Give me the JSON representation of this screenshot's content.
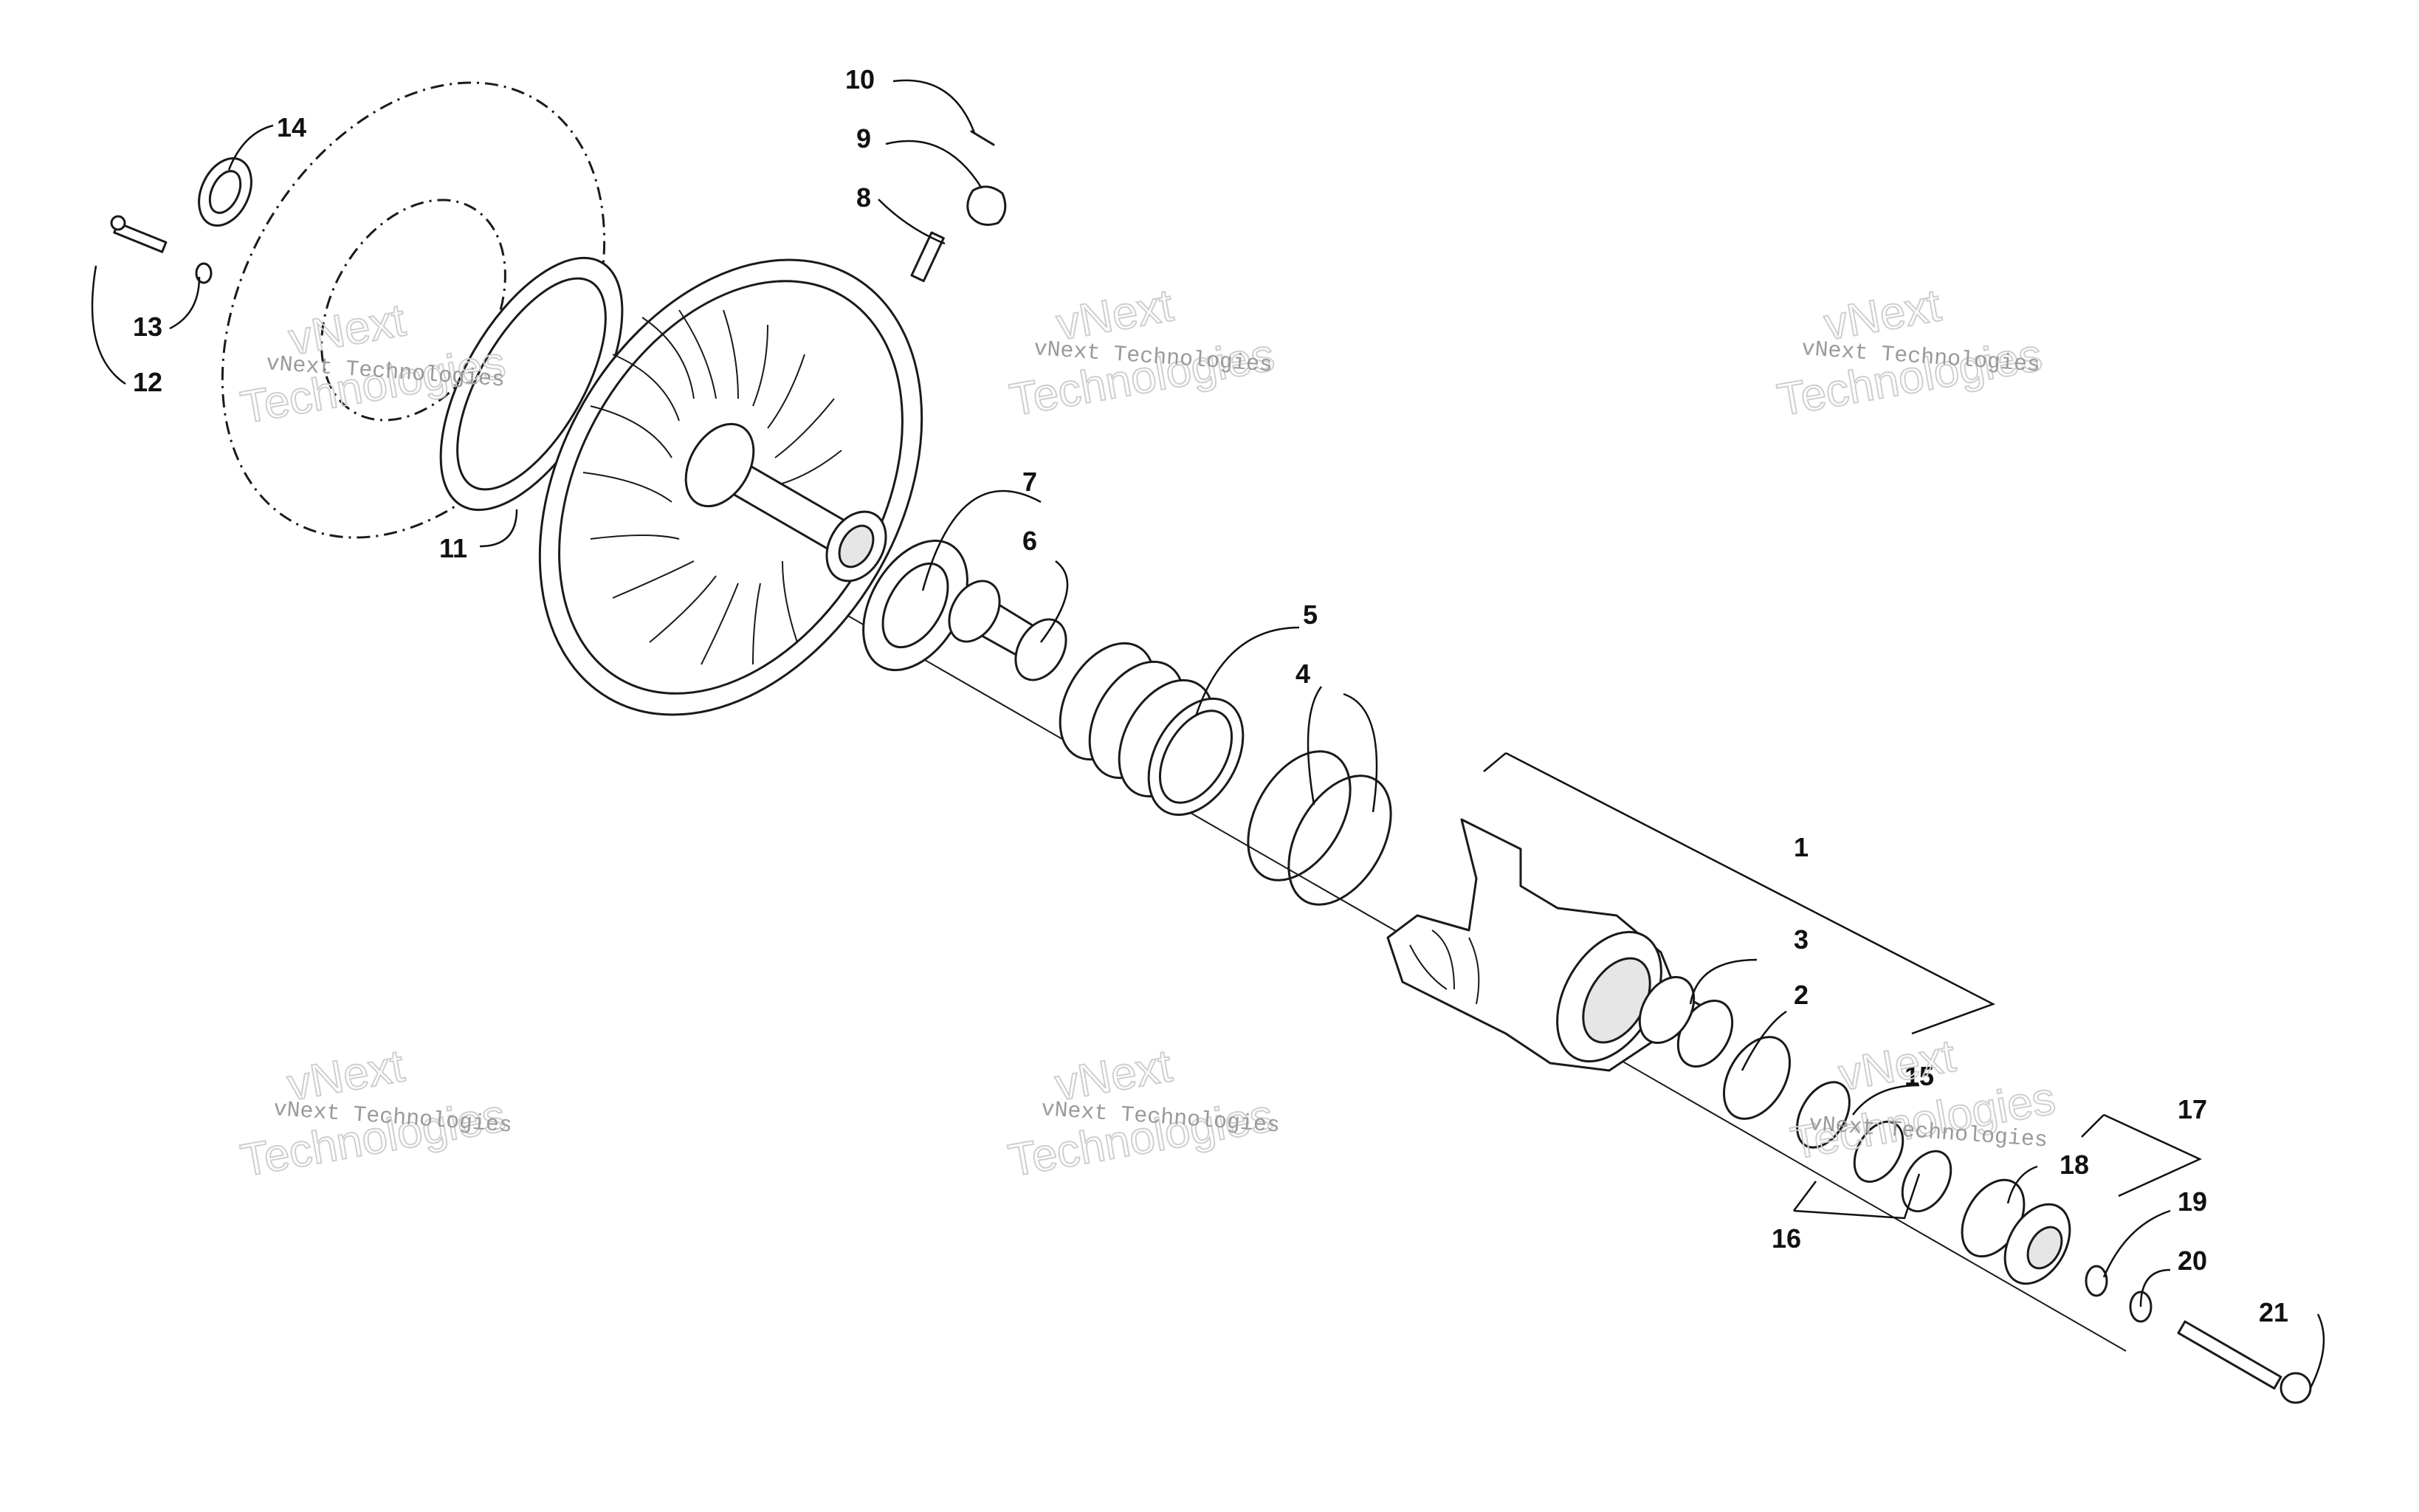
{
  "callouts": [
    "1",
    "2",
    "3",
    "4",
    "5",
    "6",
    "7",
    "8",
    "9",
    "10",
    "11",
    "12",
    "13",
    "14",
    "15",
    "16",
    "17",
    "18",
    "19",
    "20",
    "21"
  ],
  "watermark": {
    "small": "vNext Technologies",
    "big_line1": "vNext",
    "big_line2": "Technologies"
  },
  "colors": {
    "line": "#1a1a1a",
    "watermark": "#9a9a9a"
  }
}
